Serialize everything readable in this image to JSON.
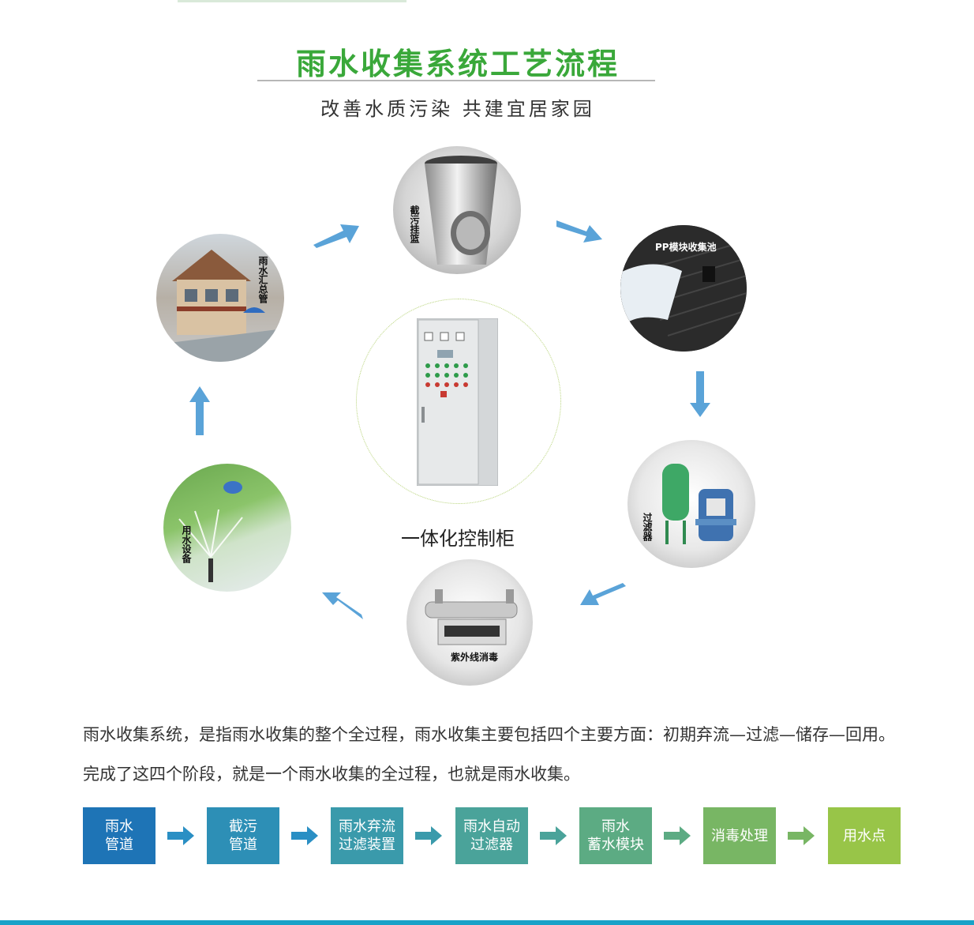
{
  "header": {
    "title": "雨水收集系统工艺流程",
    "subtitle": "改善水质污染   共建宜居家园"
  },
  "nodes": {
    "basket": "截污挂篮",
    "pp_pool": "PP模块收集池",
    "filter": "过滤器",
    "uv": "紫外线消毒",
    "equipment": "用水设备",
    "pipe": "雨水汇总管"
  },
  "center": {
    "label": "一体化控制柜"
  },
  "description": "雨水收集系统，是指雨水收集的整个全过程，雨水收集主要包括四个主要方面：初期弃流—过滤—储存—回用。完成了这四个阶段，就是一个雨水收集的全过程，也就是雨水收集。",
  "flow": [
    {
      "line1": "雨水",
      "line2": "管道",
      "color": "#1e74b6"
    },
    {
      "line1": "截污",
      "line2": "管道",
      "color": "#2d8fb6"
    },
    {
      "line1": "雨水弃流",
      "line2": "过滤装置",
      "color": "#3a9aab"
    },
    {
      "line1": "雨水自动",
      "line2": "过滤器",
      "color": "#4aa39a"
    },
    {
      "line1": "雨水",
      "line2": "蓄水模块",
      "color": "#5cab83"
    },
    {
      "line1": "消毒处理",
      "line2": "",
      "color": "#78b664"
    },
    {
      "line1": "用水点",
      "line2": "",
      "color": "#98c548"
    }
  ],
  "colors": {
    "title": "#3aa83a",
    "arrow": "#5aa3d8",
    "flow_arrow": "#2a8fc4"
  }
}
